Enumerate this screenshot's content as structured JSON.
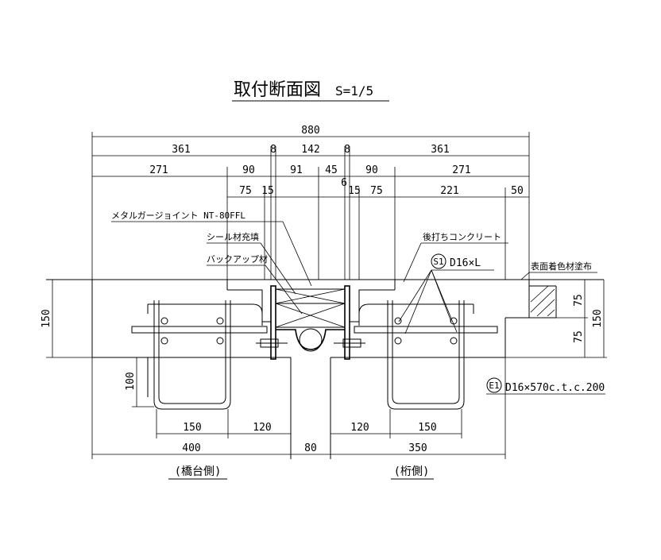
{
  "title": "取付断面図",
  "scale": "S=1/5",
  "dimensions": {
    "total": "880",
    "row1": [
      "361",
      "8",
      "142",
      "8",
      "361"
    ],
    "row2": [
      "271",
      "90",
      "91",
      "45",
      "90",
      "271"
    ],
    "row3": [
      "75",
      "15",
      "6",
      "15",
      "75",
      "221",
      "50"
    ],
    "height_left": "150",
    "height_right_total": "150",
    "height_right_top": "75",
    "height_right_bottom": "75",
    "anchor_depth": "100",
    "bottom_left": [
      "150",
      "120"
    ],
    "bottom_right": [
      "120",
      "150"
    ],
    "base": [
      "400",
      "80",
      "350"
    ]
  },
  "labels": {
    "joint": "メタルガージョイント NT-80FFL",
    "seal": "シール材充填",
    "backup": "バックアップ材",
    "concrete": "後打ちコンクリート",
    "coating": "表面着色材塗布",
    "s1_mark": "S1",
    "s1_text": "D16×L",
    "e1_mark": "E1",
    "e1_text": "D16×570c.t.c.200",
    "left_side": "(橋台側)",
    "right_side": "(桁側)"
  }
}
